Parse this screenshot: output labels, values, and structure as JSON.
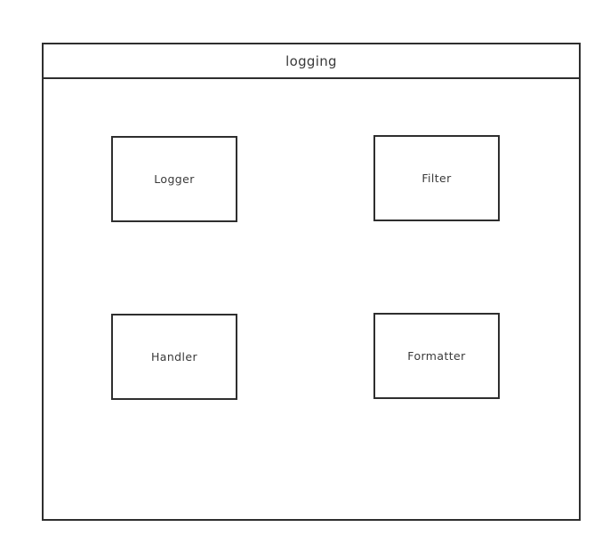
{
  "diagram": {
    "type": "package-diagram",
    "package": {
      "title": "logging"
    },
    "classes": [
      {
        "label": "Logger"
      },
      {
        "label": "Filter"
      },
      {
        "label": "Handler"
      },
      {
        "label": "Formatter"
      }
    ]
  },
  "colors": {
    "stroke": "#2e2e2e",
    "text": "#3a3a3a",
    "background": "#ffffff"
  }
}
